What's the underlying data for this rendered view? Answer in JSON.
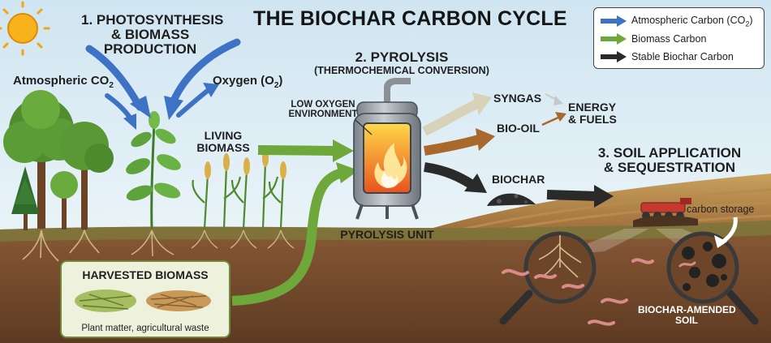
{
  "title": "THE BIOCHAR CARBON CYCLE",
  "steps": {
    "photosynthesis": [
      "1. PHOTOSYNTHESIS",
      "& BIOMASS",
      "PRODUCTION"
    ],
    "pyrolysis": "2. PYROLYSIS",
    "pyrolysis_sub": "(THERMOCHEMICAL CONVERSION)",
    "soil": [
      "3. SOIL APPLICATION",
      "& SEQUESTRATION"
    ]
  },
  "labels": {
    "atmospheric_co2": "Atmospheric CO",
    "atmospheric_co2_sub": "2",
    "oxygen": "Oxygen (O",
    "oxygen_sub": "2",
    "oxygen_end": ")",
    "living_biomass": [
      "LIVING",
      "BIOMASS"
    ],
    "low_oxygen": [
      "LOW OXYGEN",
      "ENVIRONMENT"
    ],
    "syngas": "SYNGAS",
    "bio_oil": "BIO-OIL",
    "energy": [
      "ENERGY",
      "& FUELS"
    ],
    "biochar": "BIOCHAR",
    "pyrolysis_unit": "PYROLYSIS UNIT",
    "carbon_storage": "carbon storage",
    "amended_soil": [
      "BIOCHAR-AMENDED",
      "SOIL"
    ]
  },
  "harvested": {
    "title": "HARVESTED BIOMASS",
    "caption": "Plant matter, agricultural waste"
  },
  "legend": {
    "items": [
      {
        "label": "Atmospheric Carbon (CO",
        "sub": "2",
        "end": ")",
        "color": "#3d72c4"
      },
      {
        "label": "Biomass Carbon",
        "sub": "",
        "end": "",
        "color": "#6fa83a"
      },
      {
        "label": "Stable Biochar Carbon",
        "sub": "",
        "end": "",
        "color": "#2a2a2a"
      }
    ]
  },
  "colors": {
    "atmospheric": "#3d72c4",
    "biomass": "#6fa83a",
    "biochar": "#2a2a2a",
    "syngas": "#d8d3b8",
    "bio_oil": "#a9682c"
  }
}
